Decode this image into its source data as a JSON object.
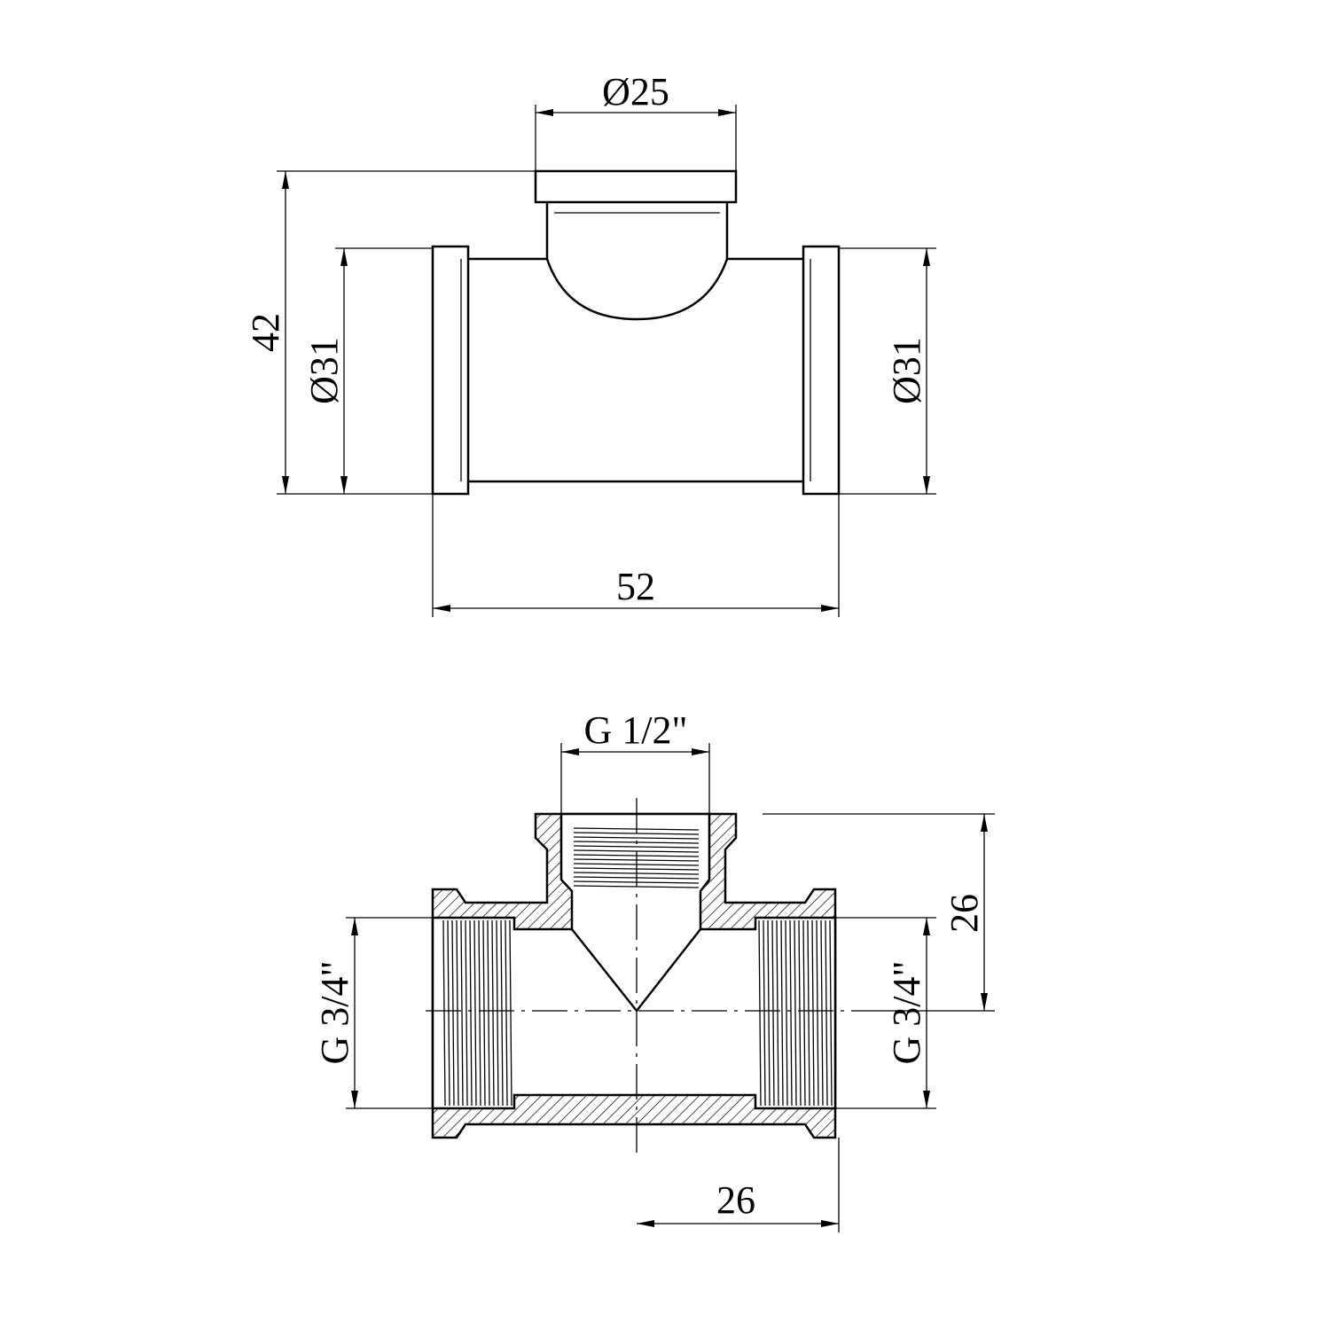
{
  "top_view": {
    "branch_diameter": "Ø25",
    "height": "42",
    "left_diameter": "Ø31",
    "right_diameter": "Ø31",
    "length": "52"
  },
  "section_view": {
    "branch_thread": "G 1/2\"",
    "branch_height": "26",
    "left_thread": "G 3/4\"",
    "right_thread": "G 3/4\"",
    "half_length": "26"
  }
}
